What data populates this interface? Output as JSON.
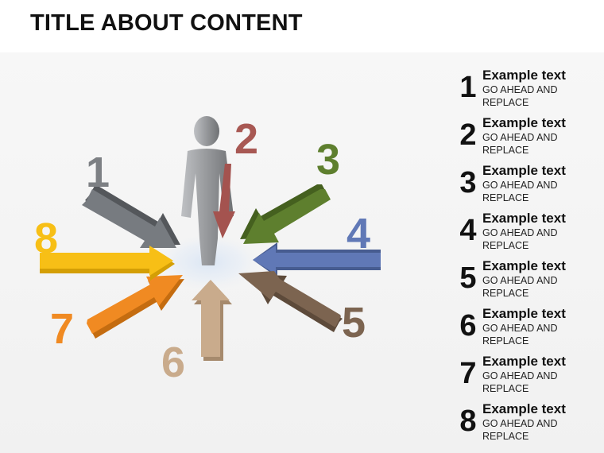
{
  "title": "TITLE ABOUT CONTENT",
  "diagram": {
    "arrows": [
      {
        "number": "1",
        "color": "#777b80",
        "dark": "#54575b"
      },
      {
        "number": "2",
        "color": "#a4534f",
        "dark": "#7a3a37"
      },
      {
        "number": "3",
        "color": "#5e7f2e",
        "dark": "#45601f"
      },
      {
        "number": "4",
        "color": "#6078b6",
        "dark": "#475c90"
      },
      {
        "number": "5",
        "color": "#7c6450",
        "dark": "#5d4a3a"
      },
      {
        "number": "6",
        "color": "#c9ab8c",
        "dark": "#a68a6d"
      },
      {
        "number": "7",
        "color": "#f08a22",
        "dark": "#c46c10"
      },
      {
        "number": "8",
        "color": "#f7bf16",
        "dark": "#d49f05"
      }
    ],
    "figure_color": "#8b8d90"
  },
  "legend": [
    {
      "number": "1",
      "heading": "Example text",
      "text": "GO AHEAD AND REPLACE"
    },
    {
      "number": "2",
      "heading": "Example text",
      "text": "GO AHEAD AND REPLACE"
    },
    {
      "number": "3",
      "heading": "Example text",
      "text": "GO AHEAD AND REPLACE"
    },
    {
      "number": "4",
      "heading": "Example text",
      "text": "GO AHEAD AND REPLACE"
    },
    {
      "number": "5",
      "heading": "Example text",
      "text": "GO AHEAD AND REPLACE"
    },
    {
      "number": "6",
      "heading": "Example text",
      "text": "GO AHEAD AND REPLACE"
    },
    {
      "number": "7",
      "heading": "Example text",
      "text": "GO AHEAD AND REPLACE"
    },
    {
      "number": "8",
      "heading": "Example text",
      "text": "GO AHEAD AND REPLACE"
    }
  ]
}
